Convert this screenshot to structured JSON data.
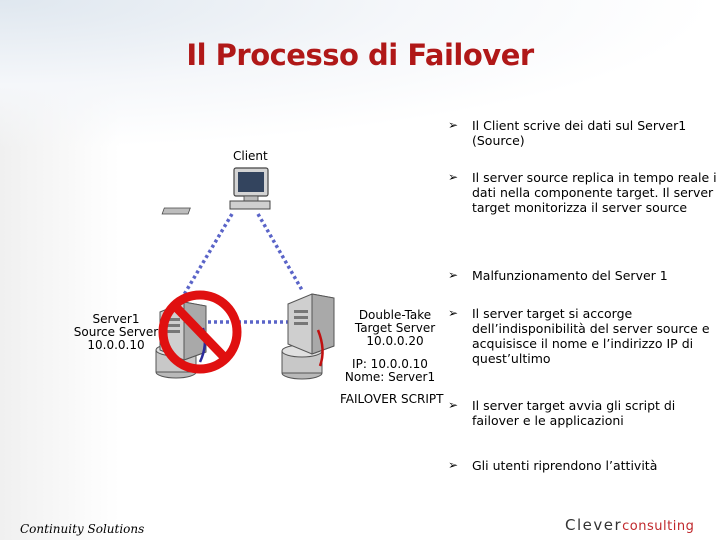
{
  "title": "Il Processo di Failover",
  "client_label": "Client",
  "server1": {
    "line1": "Server1",
    "line2": "Source Server",
    "line3": "10.0.0.10"
  },
  "server2": {
    "line1": "Double-Take",
    "line2": "Target Server",
    "line3": "10.0.0.20",
    "ip": "IP: 10.0.0.10",
    "nome": "Nome: Server1",
    "script": "FAILOVER SCRIPT"
  },
  "bullets": [
    "Il Client scrive dei dati sul Server1 (Source)",
    "Il server source replica in tempo reale i dati nella componente target. Il server target monitorizza il server source",
    "Malfunzionamento del Server 1",
    "Il server target si accorge dell’indisponibilità del server source e acquisisce il nome e l’indirizzo IP di quest’ultimo",
    "Il server target avvia gli script di failover e le applicazioni",
    "Gli utenti riprendono l’attività"
  ],
  "bullet_icon": "arrowhead-bullet-icon",
  "footer": {
    "left": "Continuity Solutions",
    "brand_main": "Clever",
    "brand_accent": "consulting"
  },
  "colors": {
    "title": "#b01818",
    "link": "#5a64c8",
    "forbidden": "#e01010",
    "brand_accent": "#c0282c"
  }
}
